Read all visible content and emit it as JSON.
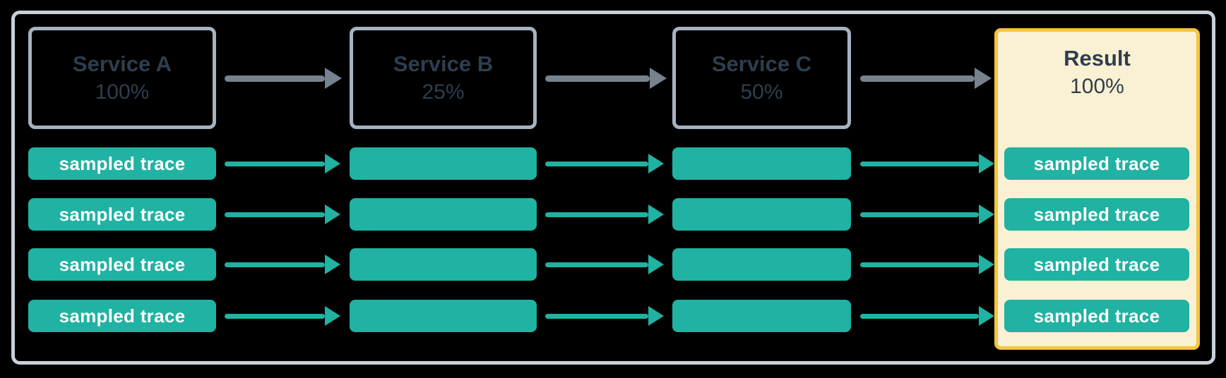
{
  "colors": {
    "background": "#000000",
    "outer_border": "#C8D1DA",
    "service_border": "#A6B3C0",
    "text_dark": "#2E3E4E",
    "teal": "#20B2A2",
    "arrow_gray": "#76838E",
    "result_border": "#F5C43F",
    "result_bg": "#FAF0D3",
    "trace_text": "#FFFFFF"
  },
  "columns": [
    {
      "title": "Service A",
      "percent": "100%"
    },
    {
      "title": "Service B",
      "percent": "25%"
    },
    {
      "title": "Service C",
      "percent": "50%"
    },
    {
      "title": "Result",
      "percent": "100%"
    }
  ],
  "trace_label": "sampled trace",
  "trace_rows": 4
}
